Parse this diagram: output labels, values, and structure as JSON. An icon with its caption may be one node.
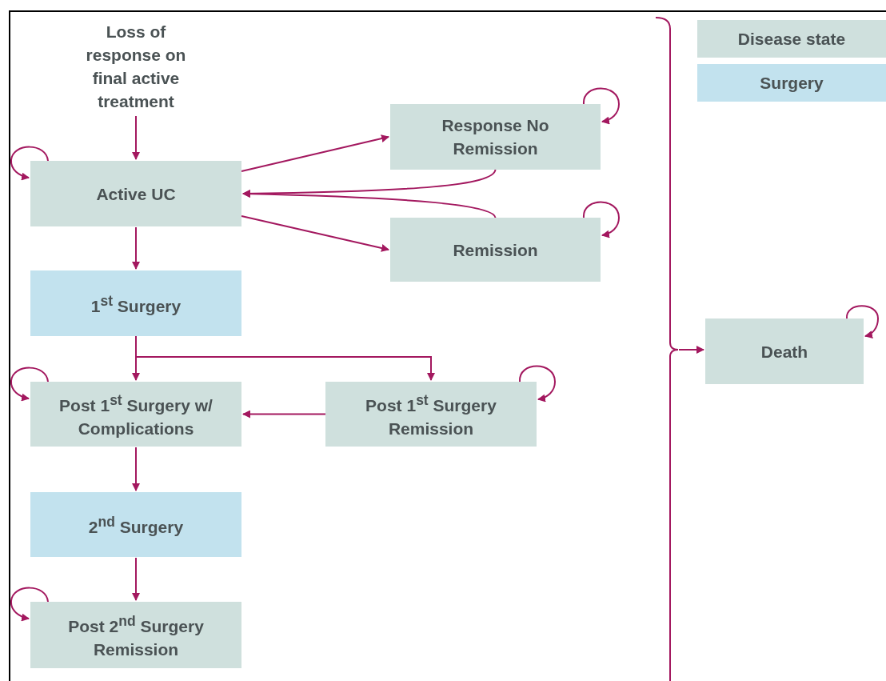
{
  "diagram": {
    "nodes": [
      {
        "text": [
          "Loss of response on final active treatment"
        ]
      },
      {
        "text": [
          "Active UC"
        ]
      },
      {
        "text": [
          "Response No Remission"
        ]
      },
      {
        "text": [
          "Remission"
        ]
      },
      {
        "text": [
          "1$^{st}$ Surgery"
        ]
      },
      {
        "text": [
          "Post 1$^{st}$ Surgery w/ Complications"
        ]
      },
      {
        "text": [
          "Post 1$^{st}$ Surgery Remission"
        ]
      },
      {
        "text": [
          "2$^{nd}$ Surgery"
        ]
      },
      {
        "text": [
          "Post 2$^{nd}$ Surgery Remission"
        ]
      },
      {
        "text": [
          "Death"
        ]
      },
      {
        "text": [],
        "shape": "bracket"
      }
    ],
    "edges": [
      {
        "from": 0,
        "to": 1,
        "arrow": "to"
      },
      {
        "from": 1,
        "to": 1,
        "arrow": "to"
      },
      {
        "from": 1,
        "to": 2,
        "arrow": "to"
      },
      {
        "from": 2,
        "to": 2,
        "arrow": "to"
      },
      {
        "from": 2,
        "to": 1,
        "arrow": "to"
      },
      {
        "from": 1,
        "to": 3,
        "arrow": "to"
      },
      {
        "from": 3,
        "to": 3,
        "arrow": "to"
      },
      {
        "from": 3,
        "to": 1,
        "arrow": "to"
      },
      {
        "from": 1,
        "to": 4,
        "arrow": "to"
      },
      {
        "from": 4,
        "to": 5,
        "arrow": "to"
      },
      {
        "from": 4,
        "to": 6,
        "arrow": "to"
      },
      {
        "from": 5,
        "to": 5,
        "arrow": "to"
      },
      {
        "from": 6,
        "to": 6,
        "arrow": "to"
      },
      {
        "from": 6,
        "to": 5,
        "arrow": "to"
      },
      {
        "from": 5,
        "to": 7,
        "arrow": "to"
      },
      {
        "from": 7,
        "to": 8,
        "arrow": "to"
      },
      {
        "from": 8,
        "to": 8,
        "arrow": "to"
      },
      {
        "from": 10,
        "to": 9,
        "arrow": "to"
      },
      {
        "from": 9,
        "to": 9,
        "arrow": "to"
      }
    ],
    "legend": [
      {
        "text": "Disease state",
        "color": "#cfe0dd"
      },
      {
        "text": "Surgery",
        "color": "#c2e2ee"
      }
    ]
  }
}
